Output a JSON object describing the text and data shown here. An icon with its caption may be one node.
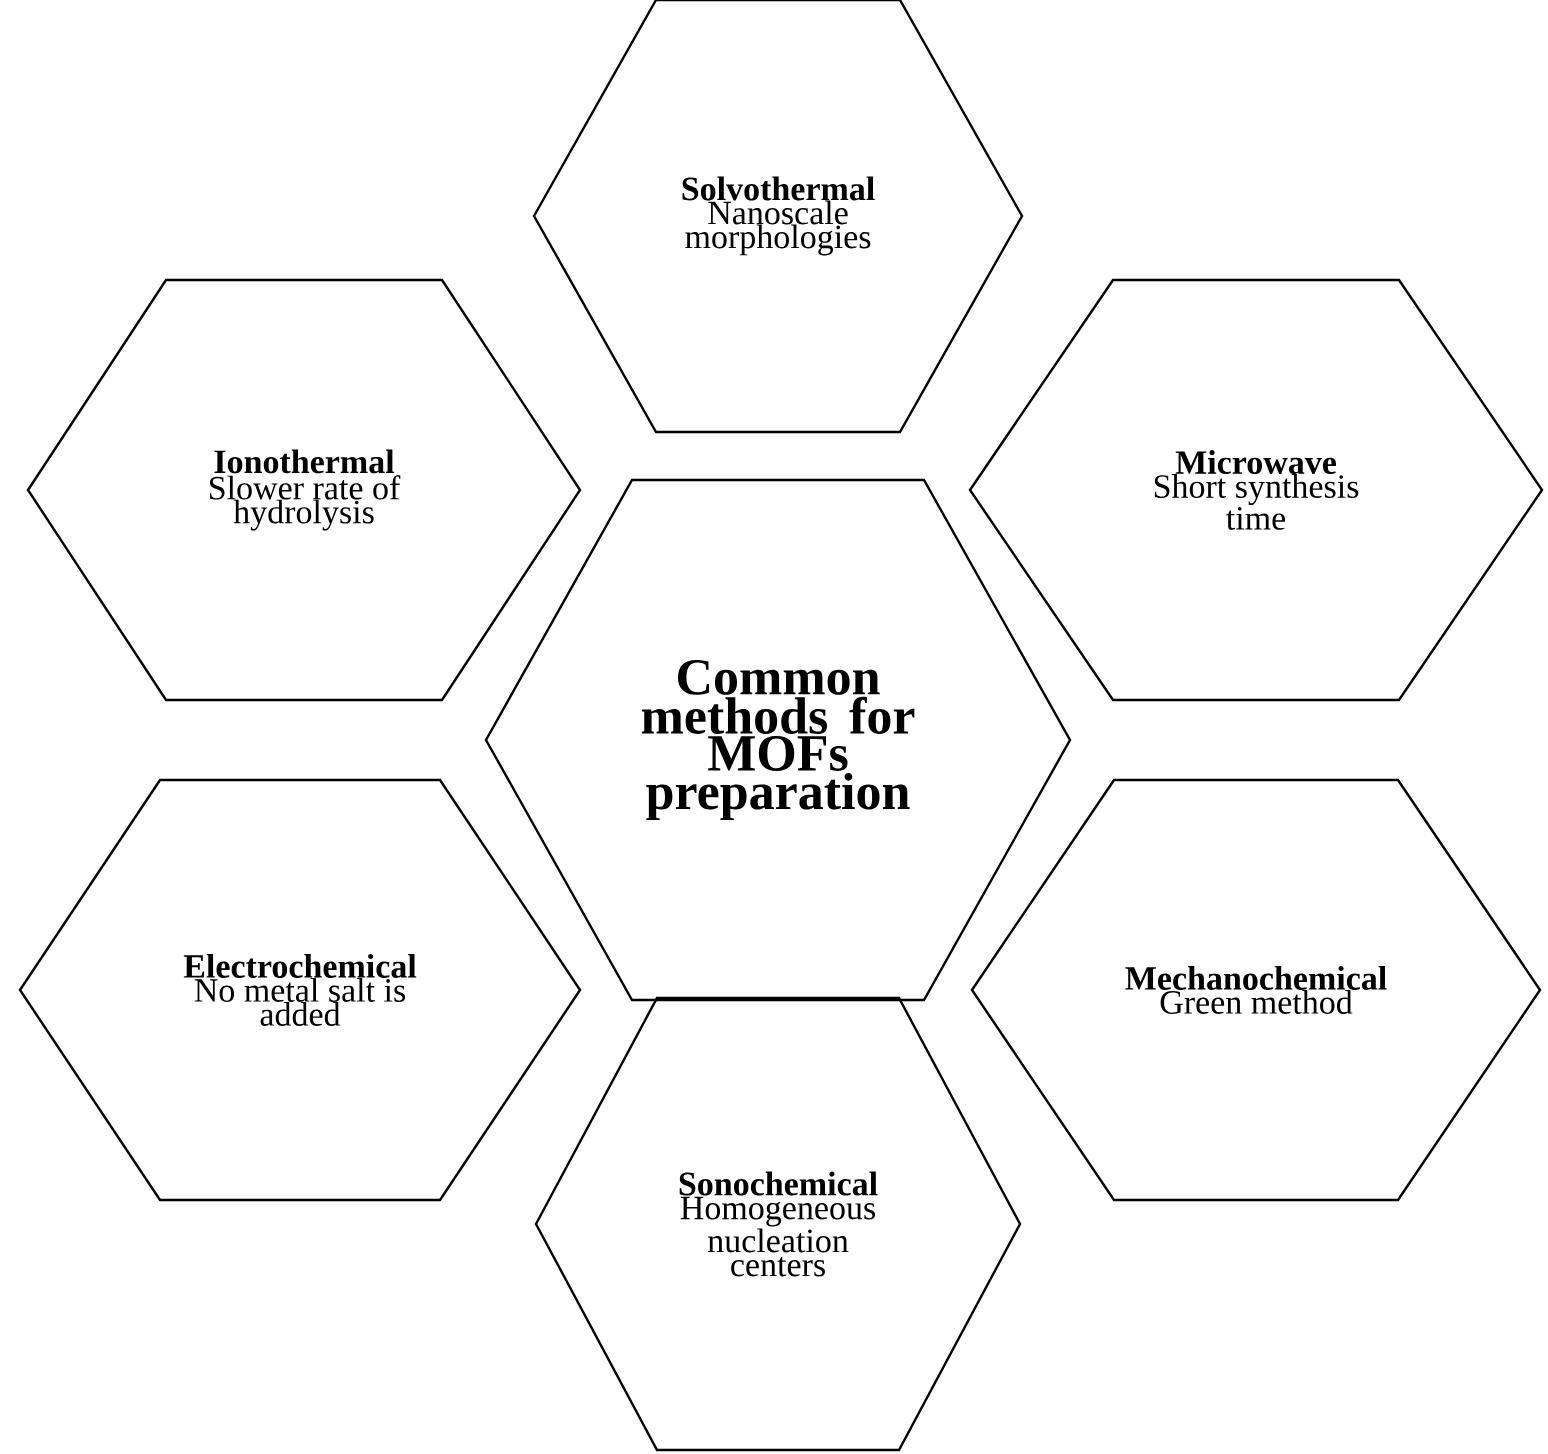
{
  "diagram": {
    "nodes": [
      {
        "text": [
          "Solvothermal",
          "Nanoscale morphologies"
        ]
      },
      {
        "text": [
          "Ionothermal",
          "Slower rate of hydrolysis"
        ]
      },
      {
        "text": [
          "Microwave",
          "Short synthesis time"
        ]
      },
      {
        "text": [
          "Common methods for MOFs preparation"
        ]
      },
      {
        "text": [
          "Electrochemical",
          "No metal salt is added"
        ]
      },
      {
        "text": [
          "Mechanochemical",
          "Green method"
        ]
      },
      {
        "text": [
          "Sonochemical",
          "Homogeneous nucleation centers"
        ]
      }
    ]
  }
}
